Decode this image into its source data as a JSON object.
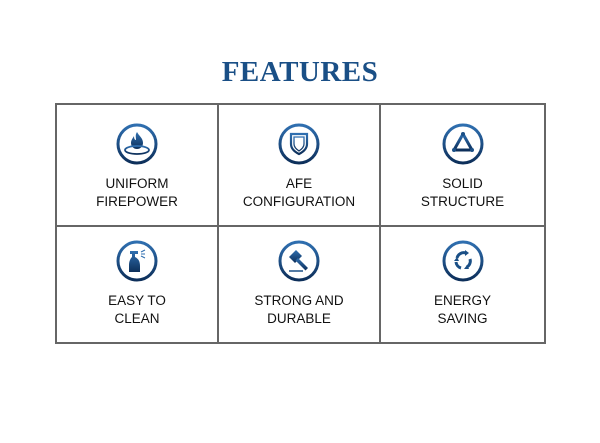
{
  "title": "FEATURES",
  "colors": {
    "accent": "#1a4f86",
    "border": "#666666"
  },
  "features": [
    {
      "line1": "UNIFORM",
      "line2": "FIREPOWER",
      "icon": "flame-icon"
    },
    {
      "line1": "AFE",
      "line2": "CONFIGURATION",
      "icon": "shield-icon"
    },
    {
      "line1": "SOLID",
      "line2": "STRUCTURE",
      "icon": "triangle-icon"
    },
    {
      "line1": "EASY TO",
      "line2": "CLEAN",
      "icon": "spray-bottle-icon"
    },
    {
      "line1": "STRONG AND",
      "line2": "DURABLE",
      "icon": "hammer-icon"
    },
    {
      "line1": "ENERGY",
      "line2": "SAVING",
      "icon": "recycle-icon"
    }
  ]
}
